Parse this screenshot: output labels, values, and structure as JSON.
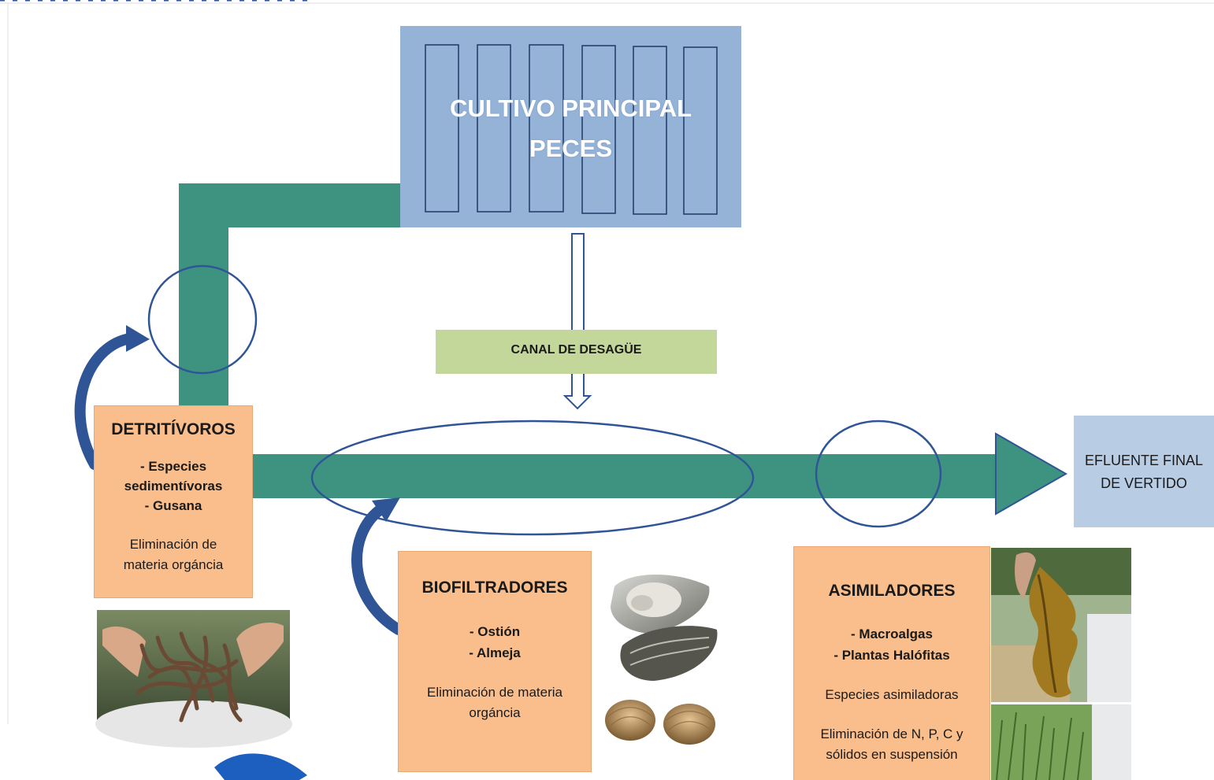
{
  "main_culture": {
    "line1": "CULTIVO PRINCIPAL",
    "line2": "PECES"
  },
  "drain_channel": {
    "label": "CANAL DE DESAGÜE"
  },
  "final_effluent": {
    "line1": "EFLUENTE FINAL",
    "line2": "DE VERTIDO"
  },
  "detritivores": {
    "title": "DETRITÍVOROS",
    "items": [
      "- Especies",
      "sedimentívoras",
      "- Gusana"
    ],
    "desc": [
      "Eliminación de",
      "materia orgáncia"
    ],
    "photo": "worms-in-hands-photo"
  },
  "biofilters": {
    "title": "BIOFILTRADORES",
    "items": [
      "- Ostión",
      "- Almeja"
    ],
    "desc": [
      "Eliminación de materia",
      "orgáncia"
    ],
    "photos": [
      "oyster-photo",
      "clam-photo"
    ]
  },
  "assimilators": {
    "title": "ASIMILADORES",
    "items": [
      "- Macroalgas",
      "- Plantas Halófitas"
    ],
    "desc": [
      "Especies asimiladoras",
      "Eliminación de N, P, C y",
      "sólidos en suspensión"
    ],
    "photos": [
      "seaweed-photo",
      "halophyte-plant-photo"
    ]
  },
  "colors": {
    "pipe": "#3e9380",
    "main_box": "#95b3d7",
    "effluent_box": "#b8cce4",
    "drain_box": "#c4d79b",
    "species_box": "#f9be8c",
    "outline": "#2f5597"
  }
}
